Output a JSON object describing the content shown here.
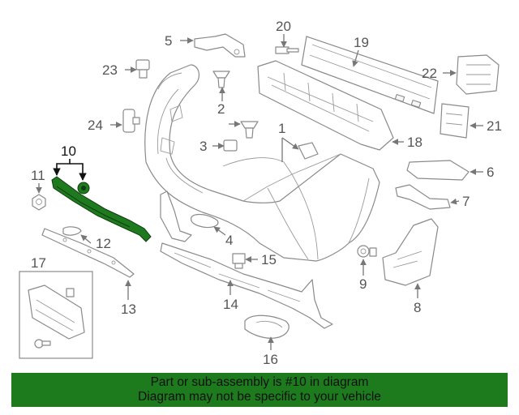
{
  "callouts": {
    "c1": "1",
    "c2": "2",
    "c3": "3",
    "c4": "4",
    "c5": "5",
    "c6": "6",
    "c7": "7",
    "c8": "8",
    "c9": "9",
    "c10": "10",
    "c11": "11",
    "c12": "12",
    "c13": "13",
    "c14": "14",
    "c15": "15",
    "c16": "16",
    "c17": "17",
    "c18": "18",
    "c19": "19",
    "c20": "20",
    "c21": "21",
    "c22": "22",
    "c23": "23",
    "c24": "24"
  },
  "banner": {
    "line1": "Part or sub-assembly is #10 in diagram",
    "line2": "Diagram may not be specific to your vehicle",
    "color": "#1d7a1d"
  },
  "highlight_color": "#1f7a1f"
}
